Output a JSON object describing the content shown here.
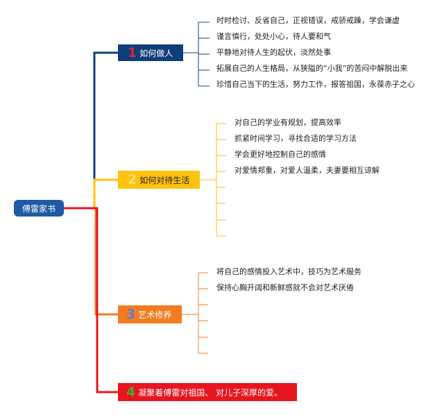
{
  "root": {
    "label": "傅雷家书"
  },
  "branches": [
    {
      "number": "1",
      "label": "如何做人",
      "color": "#0f3f7a",
      "items": [
        "时时检讨、反省自己，正视错误，戒骄戒躁，学会谦虚",
        "谨言慎行，处处小心，待人要和气",
        "平静地对待人生的起伏，淡然处事",
        "拓展自己的人生格局，从狭隘的“小我”的苦闷中解脱出来",
        "珍惜自己当下的生活，努力工作，报答祖国，永葆赤子之心"
      ]
    },
    {
      "number": "2",
      "label": "如何对待生活",
      "color": "#ffc20e",
      "items": [
        "对自己的学业有规划，提高效率",
        "抓紧时间学习，寻找合适的学习方法",
        "学会更好地控制自己的感情",
        "对爱情郑重，对爱人温柔，夫妻要相互谅解",
        "",
        "",
        "",
        ""
      ]
    },
    {
      "number": "3",
      "label": "艺术修养",
      "color": "#f47b20",
      "items": [
        "将自己的感情投入艺术中，技巧为艺术服务",
        "保持心胸开阔和新鲜感就不会对艺术厌倦",
        "",
        "",
        "",
        ""
      ]
    },
    {
      "number": "4",
      "label": "凝聚着傅雷对祖国、 对儿子深厚的爱。",
      "color": "#e8141e",
      "items": []
    }
  ]
}
